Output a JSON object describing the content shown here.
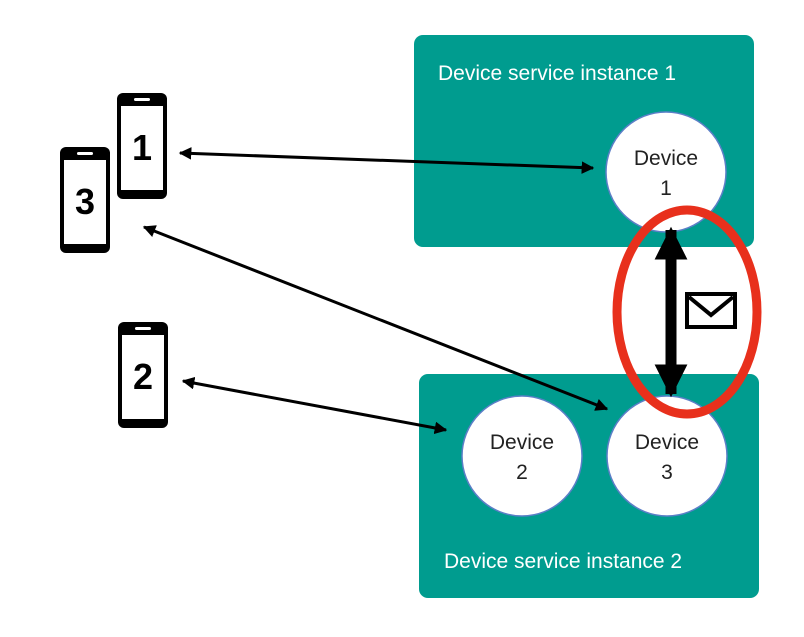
{
  "colors": {
    "instance_fill": "#009c8f",
    "device_fill": "#ffffff",
    "device_stroke": "#5b7fc7",
    "highlight_ring": "#e8301c",
    "arrow": "#000000",
    "phone": "#000000"
  },
  "instances": [
    {
      "id": "instance-1",
      "title": "Device service instance 1"
    },
    {
      "id": "instance-2",
      "title": "Device service instance 2"
    }
  ],
  "devices": [
    {
      "id": "device-1",
      "line1": "Device",
      "line2": "1"
    },
    {
      "id": "device-2",
      "line1": "Device",
      "line2": "2"
    },
    {
      "id": "device-3",
      "line1": "Device",
      "line2": "3"
    }
  ],
  "phones": [
    {
      "id": "phone-1",
      "label": "1"
    },
    {
      "id": "phone-2",
      "label": "2"
    },
    {
      "id": "phone-3",
      "label": "3"
    }
  ],
  "connections": [
    {
      "from": "phone-1",
      "to": "device-1"
    },
    {
      "from": "phone-2",
      "to": "device-2"
    },
    {
      "from": "phone-3",
      "to": "device-3"
    },
    {
      "from": "device-1",
      "to": "device-3",
      "message": true,
      "icon": "envelope-icon"
    }
  ]
}
